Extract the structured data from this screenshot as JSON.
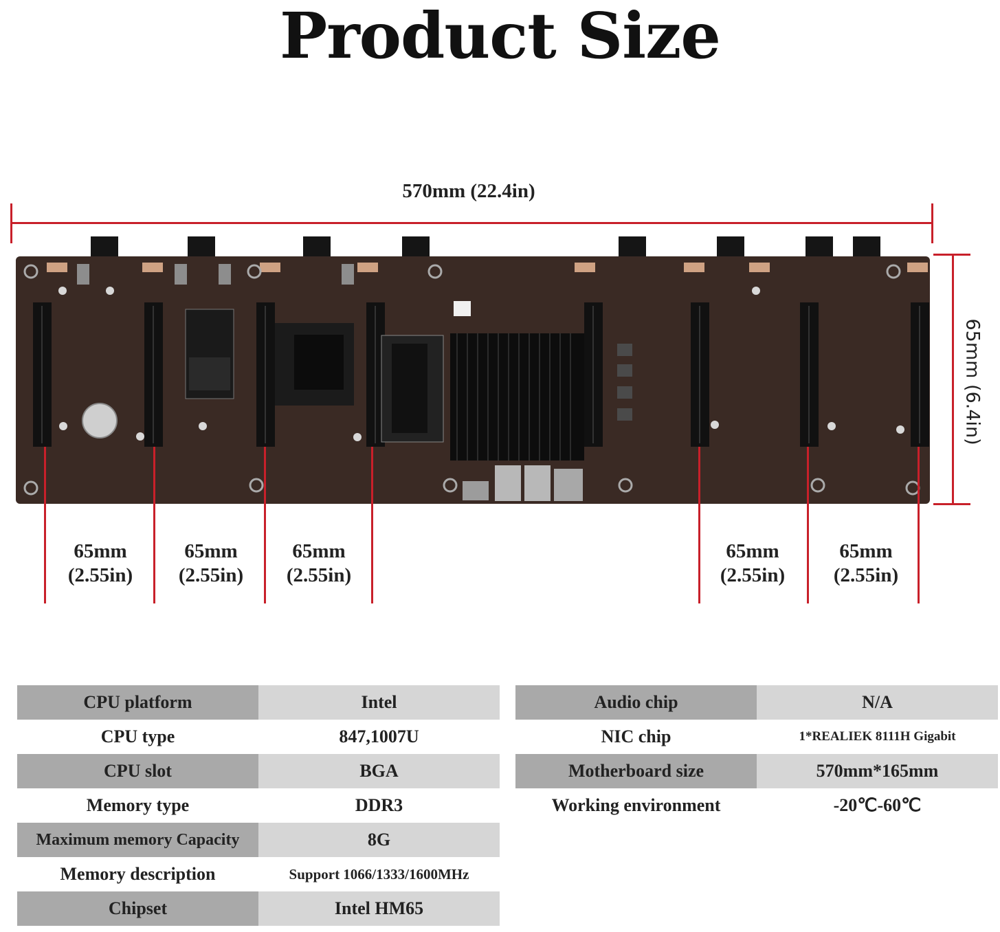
{
  "title": "Product Size",
  "dimensions": {
    "width_label": "570mm (22.4in)",
    "height_label": "65mm  (6.4in)",
    "segments": [
      {
        "mm": "65mm",
        "in": "(2.55in)"
      },
      {
        "mm": "65mm",
        "in": "(2.55in)"
      },
      {
        "mm": "65mm",
        "in": "(2.55in)"
      },
      {
        "mm": "65mm",
        "in": "(2.55in)"
      },
      {
        "mm": "65mm",
        "in": "(2.55in)"
      }
    ]
  },
  "colors": {
    "dimension_line": "#c8202a",
    "board": "#3a2a24",
    "row_key_shade": "#a9a9a9",
    "row_value_shade": "#d6d6d6"
  },
  "specs_left": [
    {
      "key": "CPU platform",
      "value": "Intel"
    },
    {
      "key": "CPU type",
      "value": "847,1007U"
    },
    {
      "key": "CPU slot",
      "value": "BGA"
    },
    {
      "key": "Memory type",
      "value": "DDR3"
    },
    {
      "key": "Maximum memory Capacity",
      "value": "8G"
    },
    {
      "key": "Memory description",
      "value": "Support 1066/1333/1600MHz"
    },
    {
      "key": "Chipset",
      "value": "Intel HM65"
    }
  ],
  "specs_right": [
    {
      "key": "Audio chip",
      "value": "N/A"
    },
    {
      "key": "NIC chip",
      "value": "1*REALIEK 8111H Gigabit"
    },
    {
      "key": "Motherboard size",
      "value": "570mm*165mm"
    },
    {
      "key": "Working environment",
      "value": "-20℃-60℃"
    }
  ]
}
